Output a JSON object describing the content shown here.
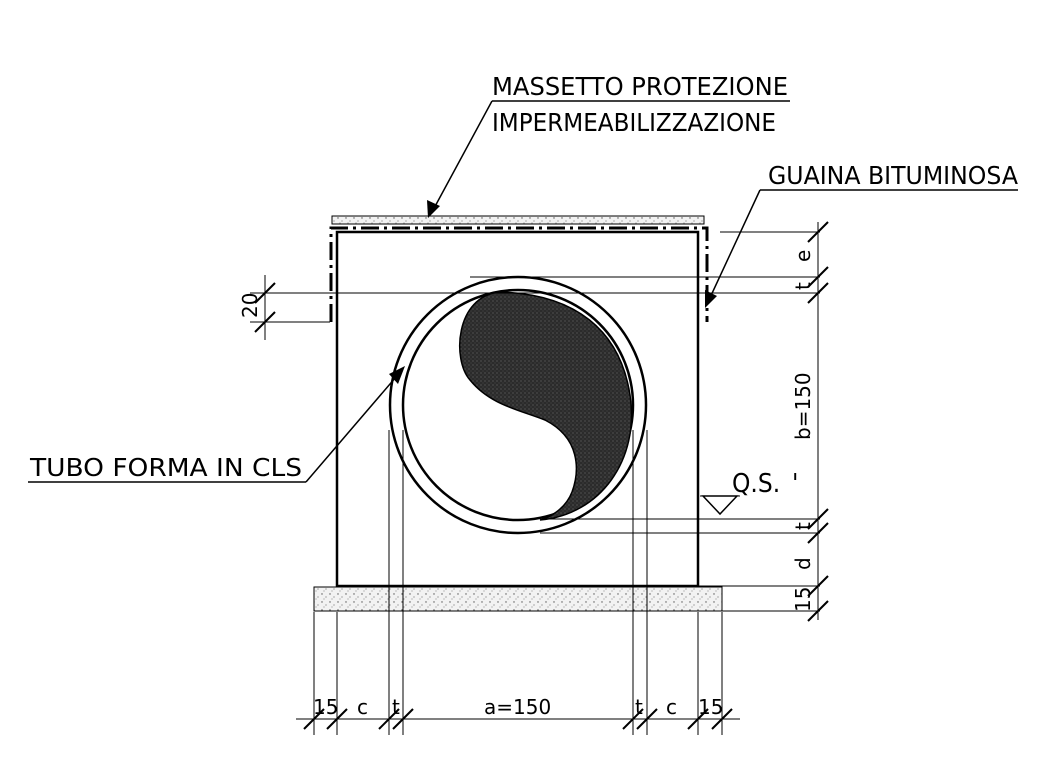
{
  "labels": {
    "massetto_line1": "MASSETTO PROTEZIONE",
    "massetto_line2": "IMPERMEABILIZZAZIONE",
    "guaina": "GUAINA BITUMINOSA",
    "tubo": "TUBO FORMA IN CLS",
    "qs": "Q.S.",
    "qs_mark": "'"
  },
  "dimensions": {
    "left_20": "20",
    "right_e": "e",
    "right_t_top": "t",
    "right_b": "b=150",
    "right_t_bottom": "t",
    "right_d": "d",
    "right_15": "15",
    "bottom_15_left": "15",
    "bottom_c_left": "c",
    "bottom_t_left": "t",
    "bottom_a": "a=150",
    "bottom_t_right": "t",
    "bottom_c_right": "c",
    "bottom_15_right": "15"
  }
}
